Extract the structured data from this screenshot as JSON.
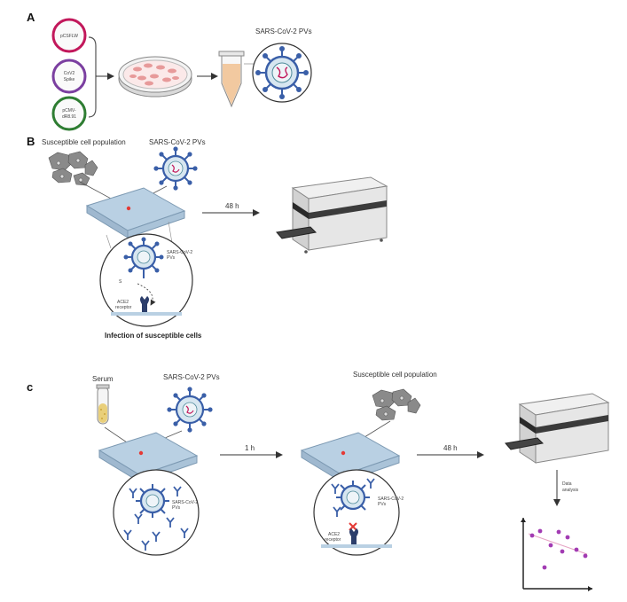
{
  "panels": {
    "a": {
      "letter": "A",
      "plasmids": [
        {
          "line1": "pCSFLW",
          "line2": "",
          "color": "#c2185b"
        },
        {
          "line1": "CoV2",
          "line2": "Spike",
          "color": "#7b3fa0"
        },
        {
          "line1": "pCMV-",
          "line2": "dR8.91",
          "color": "#2e7d32"
        }
      ],
      "pv_label": "SARS-CoV-2 PVs"
    },
    "b": {
      "letter": "B",
      "cells_label": "Susceptible  cell population",
      "pv_label": "SARS-CoV-2 PVs",
      "time_label": "48 h",
      "zoom_pv_label": "SARS-CoV-2",
      "zoom_pv_label2": "PVs",
      "s_label": "S",
      "ace2_label": "ACE2",
      "ace2_label2": "receptor",
      "caption": "Infection of susceptible cells"
    },
    "c": {
      "letter": "c",
      "serum_label": "Serum",
      "pv_label": "SARS-CoV-2 PVs",
      "time1_label": "1 h",
      "cells_label": "Susceptible cell population",
      "time2_label": "48 h",
      "zoom1_pv_label": "SARS-CoV-2",
      "zoom1_pv_label2": "PVs",
      "zoom2_pv_label": "SARS-CoV-2",
      "zoom2_pv_label2": "PVs",
      "ace2_label": "ACE2",
      "ace2_label2": "receptor",
      "analysis_label": "Data",
      "analysis_label2": "analysis"
    }
  },
  "colors": {
    "virus": "#3a5fa8",
    "virus_fill": "#d7e6f0",
    "cell": "#8a8a8a",
    "plate": "#b9d0e3",
    "tube_liquid": "#f2c9a0",
    "dish_cells": "#e79a9a",
    "dots": "#a23cb3"
  }
}
